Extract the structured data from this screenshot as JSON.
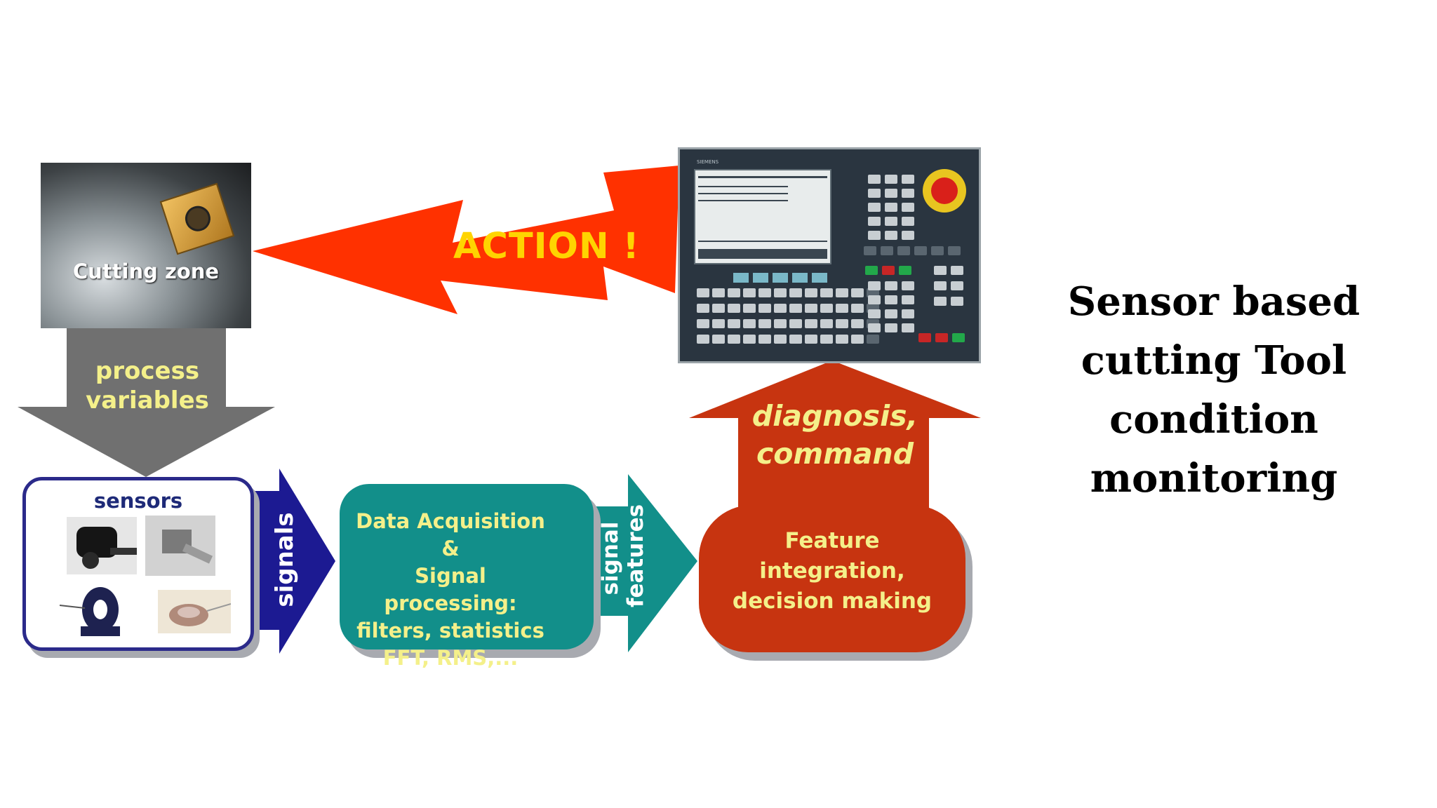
{
  "title": "Sensor based cutting Tool condition monitoring",
  "nodes": {
    "cutting_zone": "Cutting zone",
    "sensors": "sensors",
    "processing": [
      "Data Acquisition &",
      "Signal processing:",
      "filters, statistics",
      "FFT, RMS,..."
    ],
    "decision": [
      "Feature",
      "integration,",
      "decision making"
    ]
  },
  "arrows": {
    "process_variables": [
      "process",
      "variables"
    ],
    "signals": "signals",
    "signal_features": [
      "signal",
      "features"
    ],
    "diagnosis_command": [
      "diagnosis,",
      "command"
    ],
    "action": "ACTION !"
  },
  "colors": {
    "gray_arrow": "#707070",
    "blue_arrow": "#1c1a92",
    "teal": "#128f8a",
    "red_block": "#c73410",
    "action_bolt": "#ff3100",
    "label_yellow": "#f4f08a",
    "action_text": "#ffd400"
  },
  "panel": {
    "brand": "SIEMENS"
  }
}
